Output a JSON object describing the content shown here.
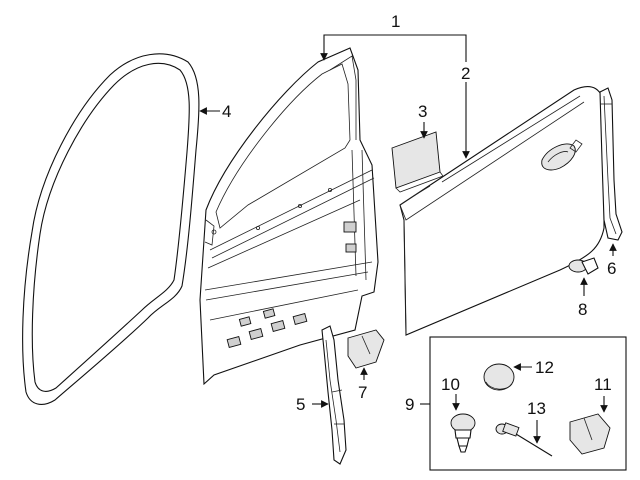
{
  "diagram": {
    "callouts": {
      "c1": "1",
      "c2": "2",
      "c3": "3",
      "c4": "4",
      "c5": "5",
      "c6": "6",
      "c7": "7",
      "c8": "8",
      "c9": "9",
      "c10": "10",
      "c11": "11",
      "c12": "12",
      "c13": "13"
    }
  },
  "colors": {
    "line": "#111111",
    "background": "#ffffff",
    "shade": "#e6e6e6"
  }
}
